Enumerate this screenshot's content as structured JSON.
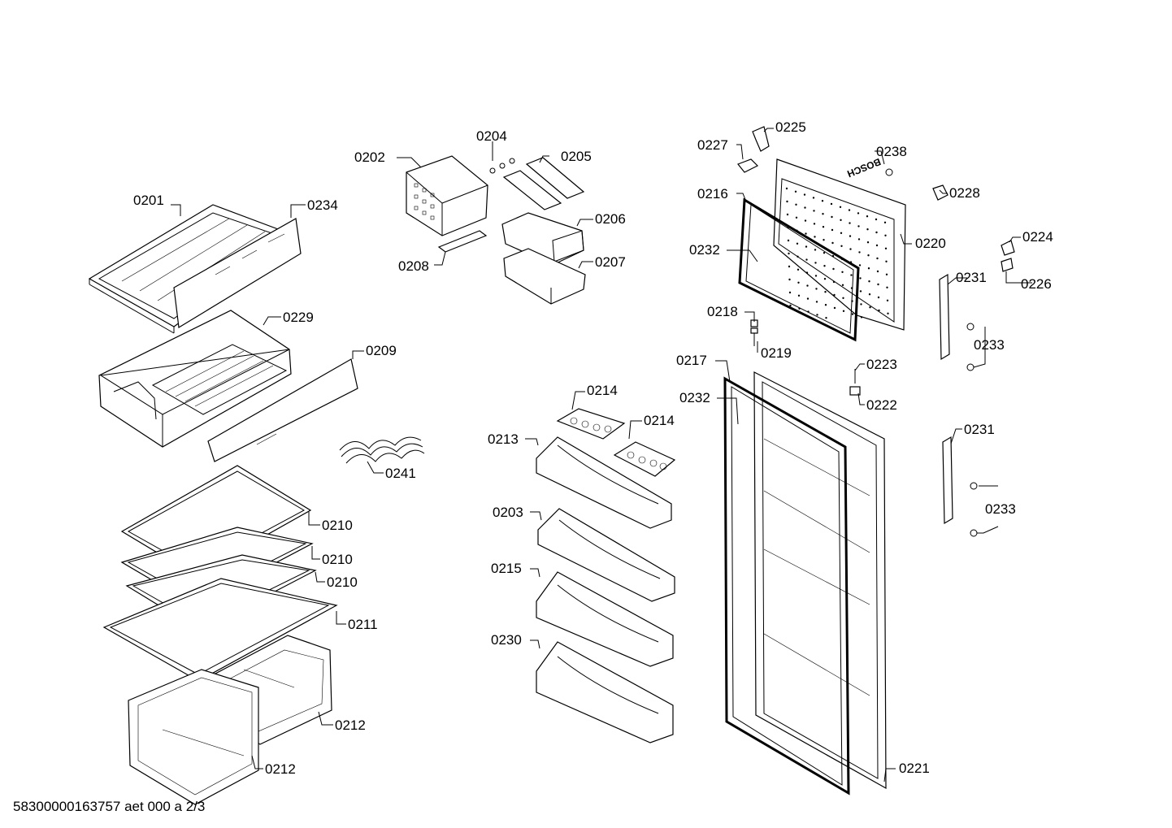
{
  "labels": {
    "p0201": "0201",
    "p0234": "0234",
    "p0202": "0202",
    "p0204": "0204",
    "p0205": "0205",
    "p0206": "0206",
    "p0207": "0207",
    "p0208": "0208",
    "p0229": "0229",
    "p0209": "0209",
    "p0241": "0241",
    "p0210a": "0210",
    "p0210b": "0210",
    "p0210c": "0210",
    "p0211": "0211",
    "p0212a": "0212",
    "p0212b": "0212",
    "p0214a": "0214",
    "p0214b": "0214",
    "p0213": "0213",
    "p0203": "0203",
    "p0215": "0215",
    "p0230": "0230",
    "p0227": "0227",
    "p0225": "0225",
    "p0238": "0238",
    "p0216": "0216",
    "p0228": "0228",
    "p0220": "0220",
    "p0232a": "0232",
    "p0224": "0224",
    "p0226": "0226",
    "p0231a": "0231",
    "p0218": "0218",
    "p0219": "0219",
    "p0233a": "0233",
    "p0217": "0217",
    "p0223": "0223",
    "p0232b": "0232",
    "p0222": "0222",
    "p0231b": "0231",
    "p0233b": "0233",
    "p0221": "0221"
  },
  "brand_mark": "BOSCH",
  "footer": "58300000163757 aet 000 a 2/3"
}
